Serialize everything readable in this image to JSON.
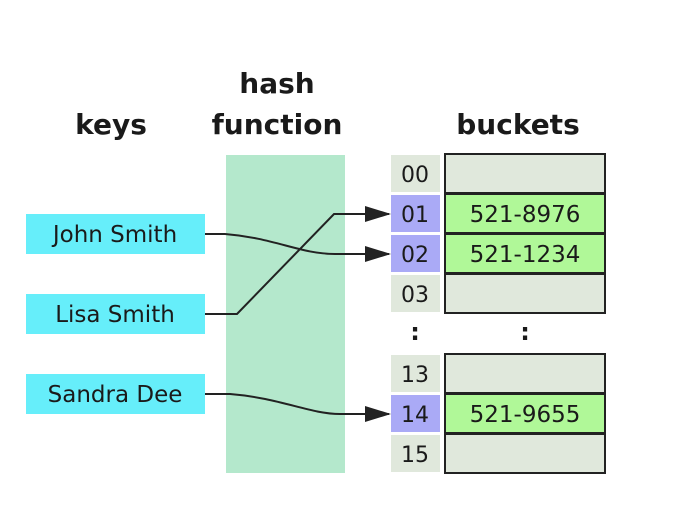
{
  "headers": {
    "keys": "keys",
    "hash_line1": "hash",
    "hash_line2": "function",
    "buckets": "buckets"
  },
  "keys": [
    "John Smith",
    "Lisa Smith",
    "Sandra Dee"
  ],
  "buckets_top": [
    {
      "index": "00",
      "value": "",
      "used": false
    },
    {
      "index": "01",
      "value": "521-8976",
      "used": true
    },
    {
      "index": "02",
      "value": "521-1234",
      "used": true
    },
    {
      "index": "03",
      "value": "",
      "used": false
    }
  ],
  "buckets_bottom": [
    {
      "index": "13",
      "value": "",
      "used": false
    },
    {
      "index": "14",
      "value": "521-9655",
      "used": true
    },
    {
      "index": "15",
      "value": "",
      "used": false
    }
  ],
  "ellipsis": ":",
  "mappings": [
    {
      "key": "John Smith",
      "bucket": "02"
    },
    {
      "key": "Lisa Smith",
      "bucket": "01"
    },
    {
      "key": "Sandra Dee",
      "bucket": "14"
    }
  ],
  "colors": {
    "key_fill": "#66eefa",
    "hash_fill": "#b4e8cc",
    "index_fill": "#e0e8dc",
    "index_used_fill": "#aaaaf6",
    "bucket_fill": "#e0e8dc",
    "bucket_used_fill": "#b0f898",
    "stroke": "#222222"
  }
}
